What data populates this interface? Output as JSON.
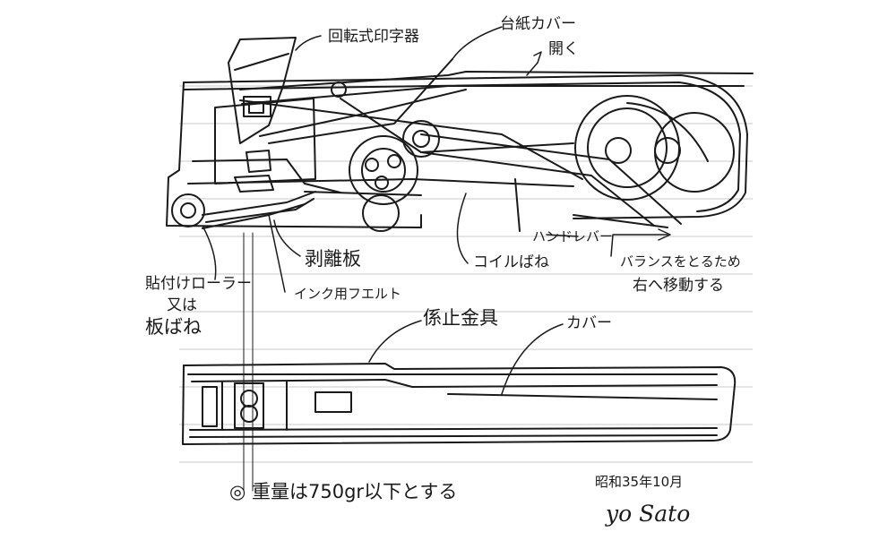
{
  "labels": {
    "rotary_stamper": "回転式印字器",
    "backing_cover": "台紙カバー",
    "open_direction": "開く",
    "peel_plate": "剥離板",
    "coil_spring": "コイルばね",
    "hand_lever": "ハンドレバー",
    "balance_note_line1": "バランスをとるため",
    "balance_note_line2": "右へ移動する",
    "applicator_roller_line1": "貼付けローラー",
    "applicator_roller_line2": "又は",
    "applicator_roller_line3": "板ばね",
    "ink_felt": "インク用フエルト",
    "stop_fitting": "係止金具",
    "cover": "カバー",
    "weight_note": "◎ 重量は750gr以下とする",
    "date": "昭和35年10月",
    "signature": "yo Sato"
  },
  "colors": {
    "ink": "#1a1a1a",
    "rule": "#c8c8c8",
    "paper": "#ffffff"
  }
}
